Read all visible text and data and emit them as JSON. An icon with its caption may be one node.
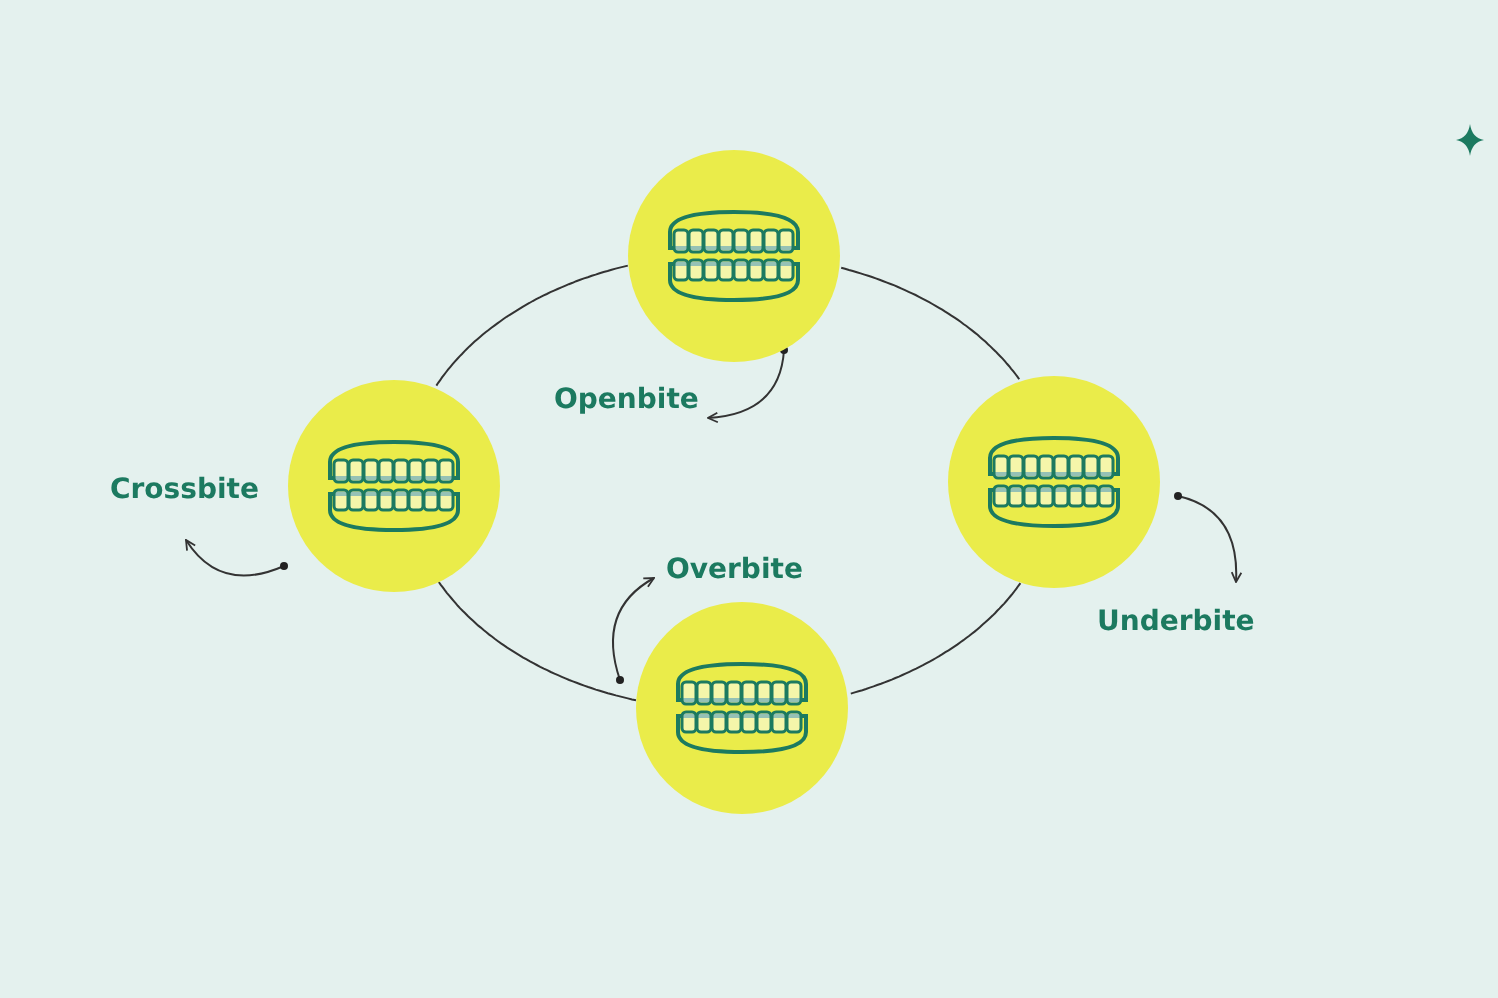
{
  "diagram": {
    "nodes": [
      {
        "text": [],
        "shape": "circle"
      },
      {
        "text": [],
        "shape": "circle"
      },
      {
        "text": [],
        "shape": "circle"
      },
      {
        "text": [],
        "shape": "circle"
      },
      {
        "text": [
          "Openbite"
        ]
      },
      {
        "text": [
          "Underbite"
        ]
      },
      {
        "text": [
          "Overbite"
        ]
      },
      {
        "text": [
          "Crossbite"
        ]
      }
    ],
    "edges": [
      {
        "from": 0,
        "to": 1,
        "arrow": "none"
      },
      {
        "from": 1,
        "to": 2,
        "arrow": "none"
      },
      {
        "from": 2,
        "to": 3,
        "arrow": "none"
      },
      {
        "from": 3,
        "to": 0,
        "arrow": "none"
      },
      {
        "from": 0,
        "to": 4,
        "arrow": "to"
      },
      {
        "from": 1,
        "to": 5,
        "arrow": "to"
      },
      {
        "from": 2,
        "to": 6,
        "arrow": "to"
      },
      {
        "from": 3,
        "to": 7,
        "arrow": "to"
      }
    ]
  }
}
